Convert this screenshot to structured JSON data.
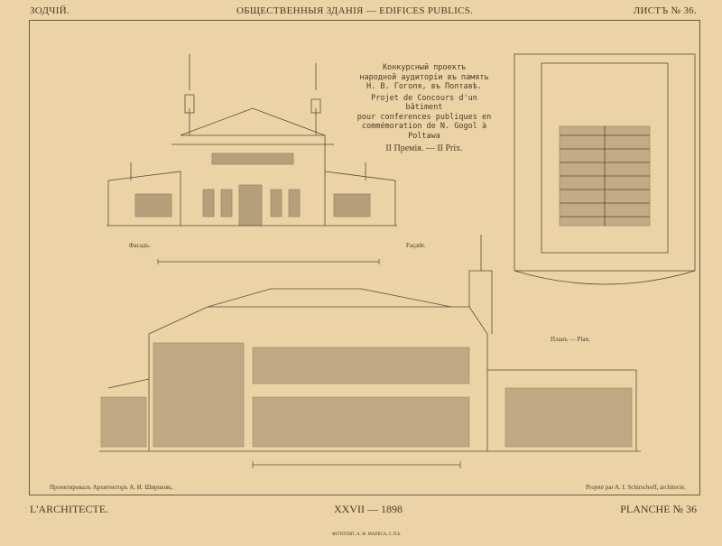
{
  "header": {
    "left": "ЗОДЧІЙ.",
    "center": "ОБЩЕСТВЕННЫЯ ЗДАНІЯ — EDIFICES PUBLICS.",
    "right": "ЛИСТЪ № 36."
  },
  "caption": {
    "ru_lines": [
      "Конкурсный проектъ",
      "народной аудиторіи въ память",
      "Н. В. Гоголя, въ Полтавѣ."
    ],
    "fr_lines": [
      "Projet de Concours d'un bâtiment",
      "pour conferences publiques en",
      "commémoration de N. Gogol à Poltawa"
    ],
    "prize": "II Премія. — II Prix."
  },
  "labels": {
    "facade_ru": "Фасадъ.",
    "facade_fr": "Façade.",
    "plan": "Планъ — Plan."
  },
  "credits": {
    "ru": "Проектировалъ Архитекторъ А. И. Ширшовъ.",
    "fr": "Projeté par A. I. Schirschoff, architecte."
  },
  "footer": {
    "left": "L'ARCHITECTE.",
    "center": "XXVII — 1898",
    "right": "PLANCHE № 36",
    "printer": "ФОТОТИП. А. Ф. МАРКСА, С.П.Б."
  }
}
